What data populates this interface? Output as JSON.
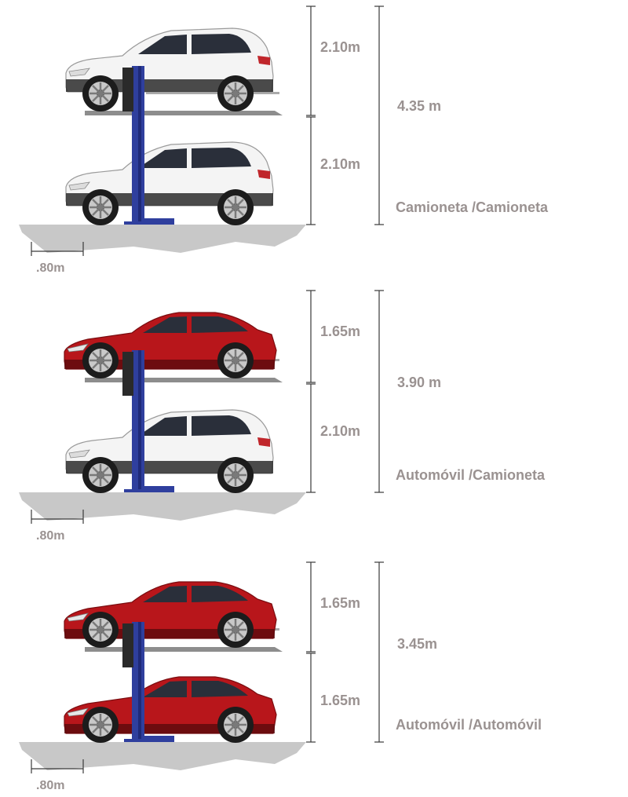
{
  "colors": {
    "label": "#9a9291",
    "dimension_line": "#3a3a3a",
    "post": "#2f3f9e",
    "post_dark": "#1f2a78",
    "platform": "#8d8d8d",
    "ground": "#c8c8c8",
    "suv_body": "#f4f4f4",
    "sedan_body": "#b8161b",
    "window": "#2a2f3a",
    "tire": "#1c1c1c",
    "rim": "#c9c9c9"
  },
  "panels": [
    {
      "upper": {
        "vehicle": "suv",
        "height_label": "2.10m"
      },
      "lower": {
        "vehicle": "suv",
        "height_label": "2.10m"
      },
      "total_label": "4.35 m",
      "combo_label": "Camioneta /Camioneta",
      "pit_label": ".80m"
    },
    {
      "upper": {
        "vehicle": "sedan",
        "height_label": "1.65m"
      },
      "lower": {
        "vehicle": "suv",
        "height_label": "2.10m"
      },
      "total_label": "3.90 m",
      "combo_label": "Automóvil /Camioneta",
      "pit_label": ".80m"
    },
    {
      "upper": {
        "vehicle": "sedan",
        "height_label": "1.65m"
      },
      "lower": {
        "vehicle": "sedan",
        "height_label": "1.65m"
      },
      "total_label": "3.45m",
      "combo_label": "Automóvil /Automóvil",
      "pit_label": ".80m"
    }
  ]
}
